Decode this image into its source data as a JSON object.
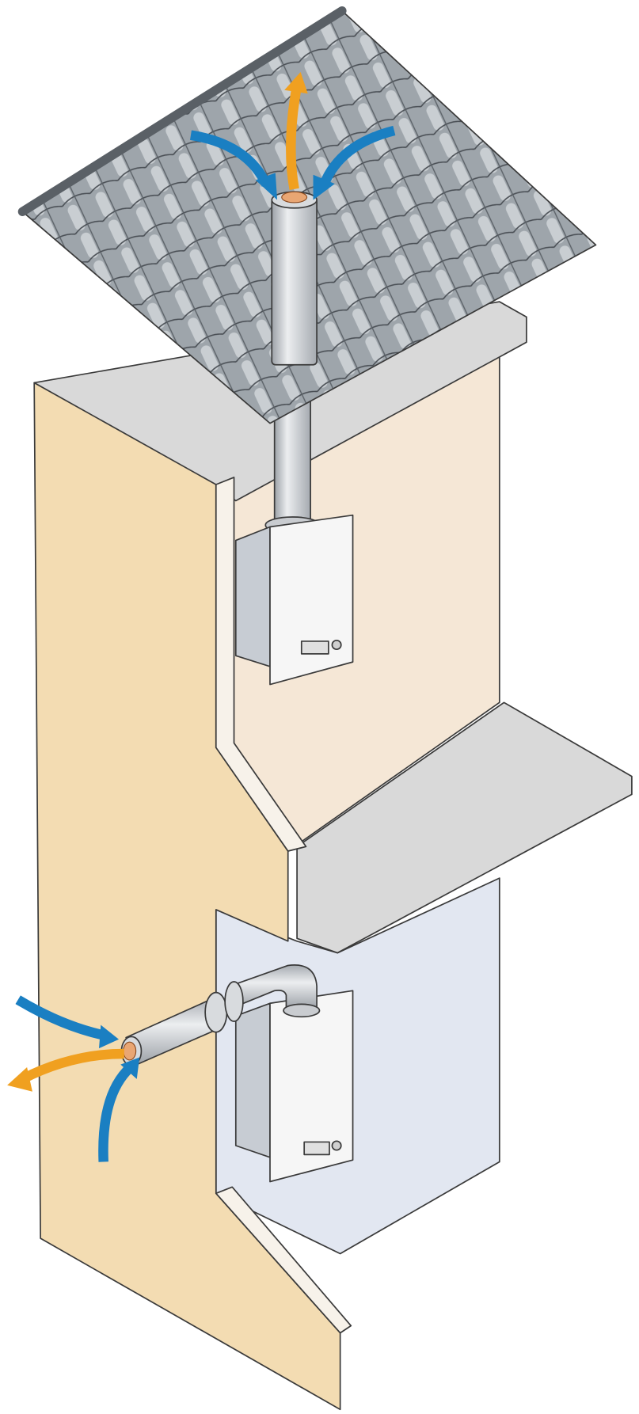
{
  "colors": {
    "wall_front": "#f3dcb2",
    "wall_edge": "#f7f2ea",
    "upper_room_wall": "#f5e7d6",
    "lower_room_wall": "#e2e7f1",
    "slab": "#d9d9d9",
    "roof_tile": "#9ea5ab",
    "roof_tile_highlight": "#c9ced2",
    "pipe": "#c9ccd0",
    "pipe_inner": "#e9a673",
    "boiler_body": "#f6f6f6",
    "boiler_side": "#c7ccd3",
    "fresh_air_arrow": "#1a7fc2",
    "exhaust_arrow": "#f0a020"
  },
  "icons": [
    "roof",
    "flue-pipe-vertical",
    "flue-pipe-horizontal",
    "boiler-upper",
    "boiler-lower",
    "fresh-air-arrow",
    "exhaust-arrow"
  ]
}
